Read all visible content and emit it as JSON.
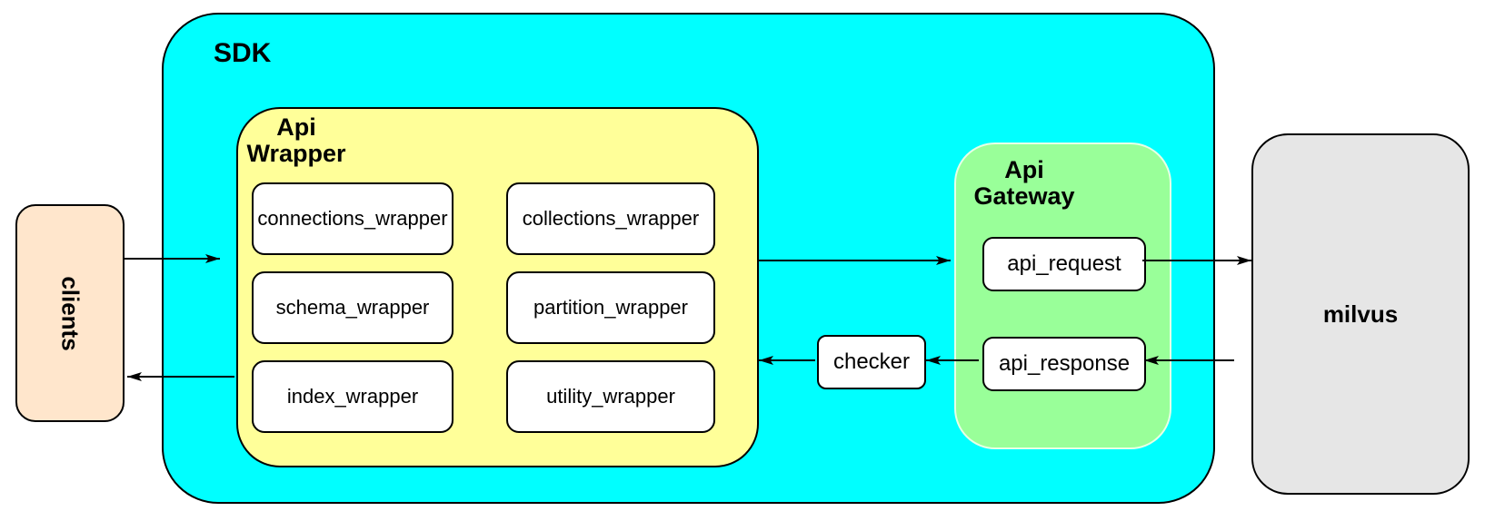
{
  "diagram": {
    "clients": {
      "label": "clients",
      "fill": "#FFE6CC"
    },
    "sdk": {
      "label": "SDK",
      "fill": "#00FFFF"
    },
    "api_wrapper": {
      "label": "Api\nWrapper",
      "fill": "#FFFF99",
      "modules": [
        {
          "label": "connections_wrapper"
        },
        {
          "label": "collections_wrapper"
        },
        {
          "label": "schema_wrapper"
        },
        {
          "label": "partition_wrapper"
        },
        {
          "label": "index_wrapper"
        },
        {
          "label": "utility_wrapper"
        }
      ]
    },
    "checker": {
      "label": "checker",
      "fill": "#FFFFFF"
    },
    "api_gateway": {
      "label": "Api\nGateway",
      "fill": "#99FF99",
      "modules": [
        {
          "label": "api_request"
        },
        {
          "label": "api_response"
        }
      ]
    },
    "milvus": {
      "label": "milvus",
      "fill": "#E6E6E6"
    },
    "colors": {
      "border": "#000000",
      "node_fill": "#FFFFFF",
      "background": "#FFFFFF"
    },
    "connections": [
      {
        "name": "clients-to-sdk",
        "direction": "right"
      },
      {
        "name": "api-wrapper-to-clients",
        "direction": "left"
      },
      {
        "name": "api-wrapper-to-api-gateway",
        "direction": "right"
      },
      {
        "name": "api-request-to-milvus",
        "direction": "right"
      },
      {
        "name": "milvus-to-api-response",
        "direction": "left"
      },
      {
        "name": "api-response-to-checker",
        "direction": "left"
      },
      {
        "name": "checker-to-api-wrapper",
        "direction": "left"
      }
    ]
  }
}
